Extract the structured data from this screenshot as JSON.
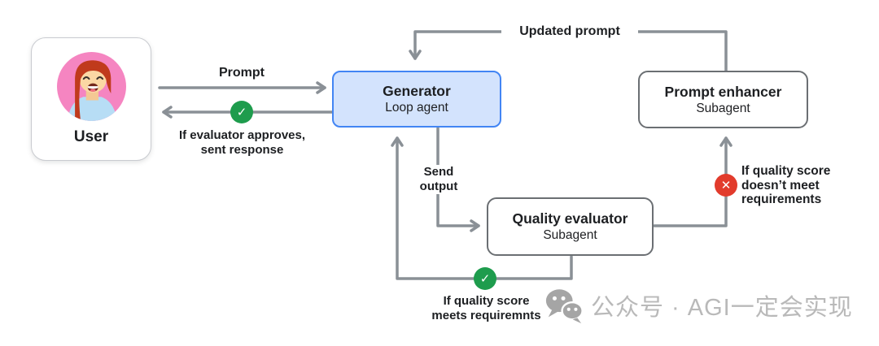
{
  "diagram": {
    "nodes": {
      "user": {
        "label": "User",
        "icon": "female-user-avatar"
      },
      "generator": {
        "title": "Generator",
        "subtitle": "Loop agent"
      },
      "prompt_enhancer": {
        "title": "Prompt enhancer",
        "subtitle": "Subagent"
      },
      "quality_evaluator": {
        "title": "Quality evaluator",
        "subtitle": "Subagent"
      }
    },
    "edges": {
      "prompt": {
        "from": "user",
        "to": "generator",
        "label": "Prompt"
      },
      "approved_response": {
        "from": "generator",
        "to": "user",
        "lines": [
          "If evaluator approves,",
          "sent response"
        ],
        "status_icon": "check"
      },
      "updated_prompt": {
        "from": "prompt_enhancer",
        "to": "generator",
        "label": "Updated prompt"
      },
      "send_output": {
        "from": "generator",
        "to": "quality_evaluator",
        "lines": [
          "Send",
          "output"
        ]
      },
      "quality_fail": {
        "from": "quality_evaluator",
        "to": "prompt_enhancer",
        "lines": [
          "If quality score",
          "doesn’t meet",
          "requirements"
        ],
        "status_icon": "cross"
      },
      "quality_pass": {
        "from": "quality_evaluator",
        "to": "generator",
        "lines": [
          "If quality score",
          "meets requiremnts"
        ],
        "status_icon": "check"
      }
    },
    "icons": {
      "check_icon": "✓",
      "cross_icon": "✕"
    },
    "colors": {
      "generator_fill": "#d3e3fd",
      "generator_border": "#4285f4",
      "subagent_border": "#6b6f73",
      "arrow_gray": "#8a9096",
      "success_green": "#1e9c4d",
      "error_red": "#e23b2c",
      "avatar_pink": "#f585c1",
      "watermark_gray": "#b9b9b9"
    }
  },
  "watermark": {
    "icon": "wechat-logo",
    "text": "公众号 · AGI一定会实现"
  }
}
